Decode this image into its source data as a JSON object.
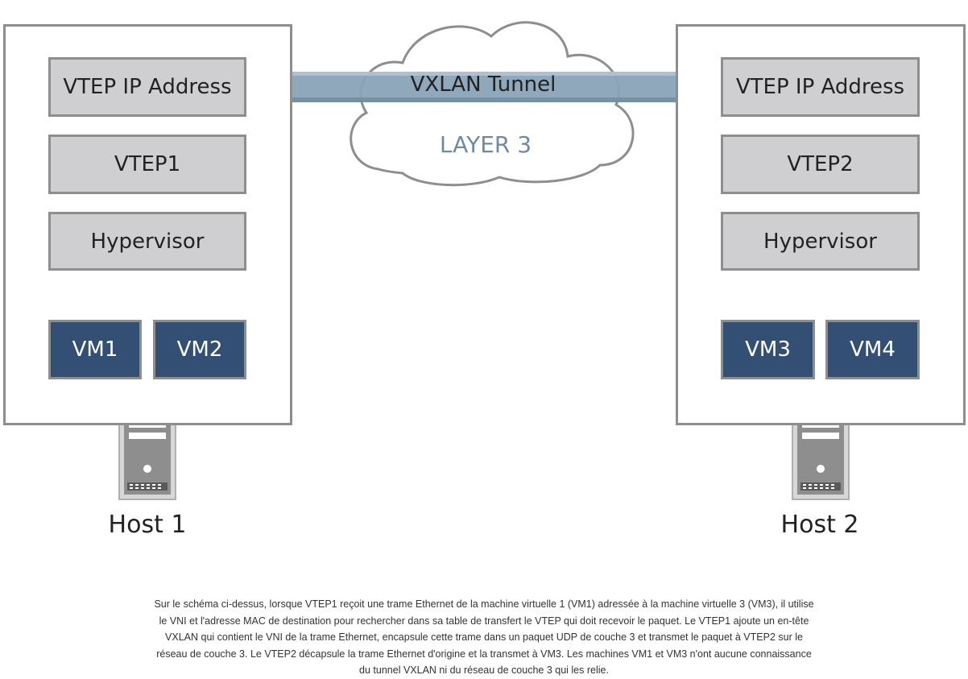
{
  "hosts": [
    {
      "label": "Host 1",
      "vtep_ip": "VTEP IP Address",
      "vtep": "VTEP1",
      "hypervisor": "Hypervisor",
      "vms": [
        "VM1",
        "VM2"
      ]
    },
    {
      "label": "Host 2",
      "vtep_ip": "VTEP IP Address",
      "vtep": "VTEP2",
      "hypervisor": "Hypervisor",
      "vms": [
        "VM3",
        "VM4"
      ]
    }
  ],
  "network": {
    "tunnel_label": "VXLAN Tunnel",
    "layer_label": "LAYER 3"
  },
  "caption": "Sur le schéma ci-dessus, lorsque VTEP1 reçoit une trame Ethernet de la machine virtuelle 1 (VM1) adressée à la machine virtuelle 3 (VM3), il utilise le VNI et l'adresse MAC de destination pour rechercher dans sa table de transfert le VTEP qui doit recevoir le paquet. Le VTEP1 ajoute un en-tête VXLAN qui contient le VNI de la trame Ethernet, encapsule cette trame dans un paquet UDP de couche 3 et transmet le paquet à VTEP2 sur le réseau de couche 3. Le VTEP2 décapsule la trame Ethernet d'origine et la transmet à VM3. Les machines VM1 et VM3 n'ont aucune connaissance du tunnel VXLAN ni du réseau de couche 3 qui les relie.",
  "colors": {
    "vm_fill": "#334f74",
    "box_fill": "#cfcfd1",
    "border": "#8e8e8e",
    "tunnel": "#8aa3b8",
    "layer_text": "#6e8aa4"
  }
}
